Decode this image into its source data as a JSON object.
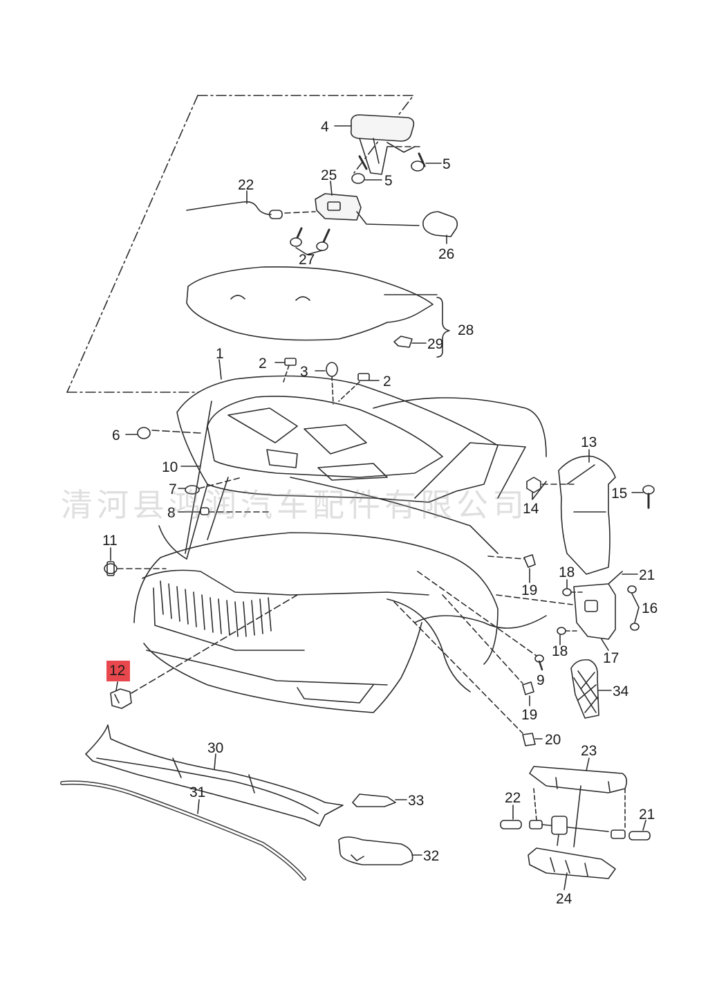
{
  "watermark": "清河县鸿润汽车配件有限公司",
  "highlight_color": "#e8484d",
  "highlighted_part": "12",
  "parts": [
    {
      "id": "hood",
      "label": "1"
    },
    {
      "id": "seal-a",
      "label": "2"
    },
    {
      "id": "seal-b",
      "label": "2"
    },
    {
      "id": "buffer",
      "label": "3"
    },
    {
      "id": "release-handle",
      "label": "4"
    },
    {
      "id": "screw-a",
      "label": "5"
    },
    {
      "id": "screw-b",
      "label": "5"
    },
    {
      "id": "clip",
      "label": "6"
    },
    {
      "id": "grommet",
      "label": "7"
    },
    {
      "id": "plug",
      "label": "8"
    },
    {
      "id": "bolt",
      "label": "9"
    },
    {
      "id": "prop-rod",
      "label": "10"
    },
    {
      "id": "stop",
      "label": "11"
    },
    {
      "id": "holder",
      "label": "12"
    },
    {
      "id": "hinge",
      "label": "13"
    },
    {
      "id": "nut",
      "label": "14"
    },
    {
      "id": "hinge-bolt",
      "label": "15"
    },
    {
      "id": "bolts",
      "label": "16"
    },
    {
      "id": "lock",
      "label": "17"
    },
    {
      "id": "screw-c",
      "label": "18"
    },
    {
      "id": "screw-d",
      "label": "18"
    },
    {
      "id": "retainer-a",
      "label": "19"
    },
    {
      "id": "retainer-b",
      "label": "19"
    },
    {
      "id": "cap",
      "label": "20"
    },
    {
      "id": "cable-a",
      "label": "21"
    },
    {
      "id": "cable-b",
      "label": "21"
    },
    {
      "id": "cable-c",
      "label": "22"
    },
    {
      "id": "cable-d",
      "label": "22"
    },
    {
      "id": "bracket",
      "label": "23"
    },
    {
      "id": "cover",
      "label": "24"
    },
    {
      "id": "catch",
      "label": "25"
    },
    {
      "id": "handle-cap",
      "label": "26"
    },
    {
      "id": "screws",
      "label": "27"
    },
    {
      "id": "insulation-set",
      "label": "28"
    },
    {
      "id": "clip-b",
      "label": "29"
    },
    {
      "id": "water-deflector",
      "label": "30"
    },
    {
      "id": "seal-strip",
      "label": "31"
    },
    {
      "id": "cover-b",
      "label": "32"
    },
    {
      "id": "cover-c",
      "label": "33"
    },
    {
      "id": "grip",
      "label": "34"
    }
  ]
}
